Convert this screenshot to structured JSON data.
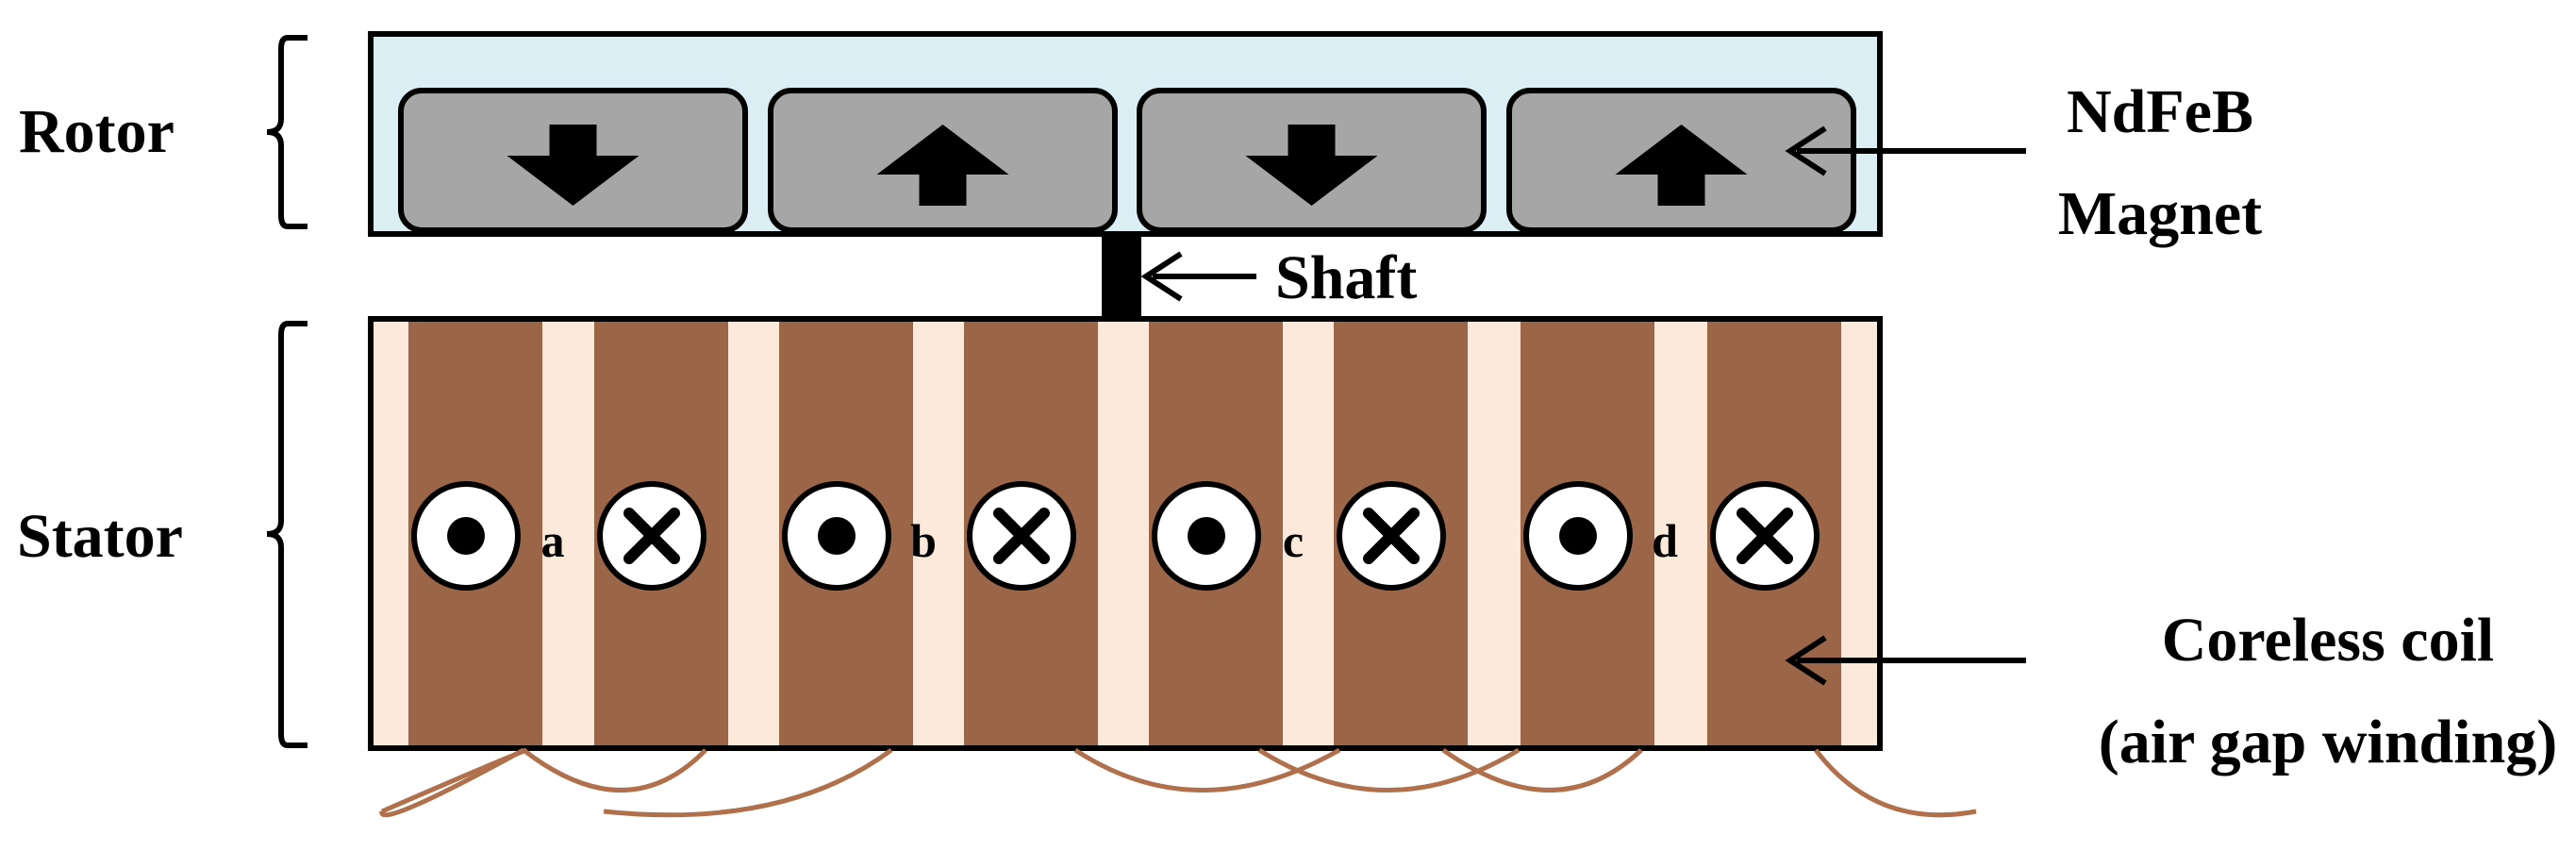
{
  "labels": {
    "rotor": "Rotor",
    "stator": "Stator",
    "magnet_line1": "NdFeB",
    "magnet_line2": "Magnet",
    "shaft": "Shaft",
    "coil_line1": "Coreless coil",
    "coil_line2": "(air gap winding)"
  },
  "magnets": [
    {
      "direction": "down"
    },
    {
      "direction": "up"
    },
    {
      "direction": "down"
    },
    {
      "direction": "up"
    }
  ],
  "coils": [
    {
      "label": "a"
    },
    {
      "label": "b"
    },
    {
      "label": "c"
    },
    {
      "label": "d"
    }
  ],
  "colors": {
    "rotor_back": "#dbeef3",
    "magnet": "#a6a6a6",
    "coil": "#9b6548",
    "gap": "#fde9d9",
    "winding": "#b0704c",
    "line": "#000000"
  }
}
